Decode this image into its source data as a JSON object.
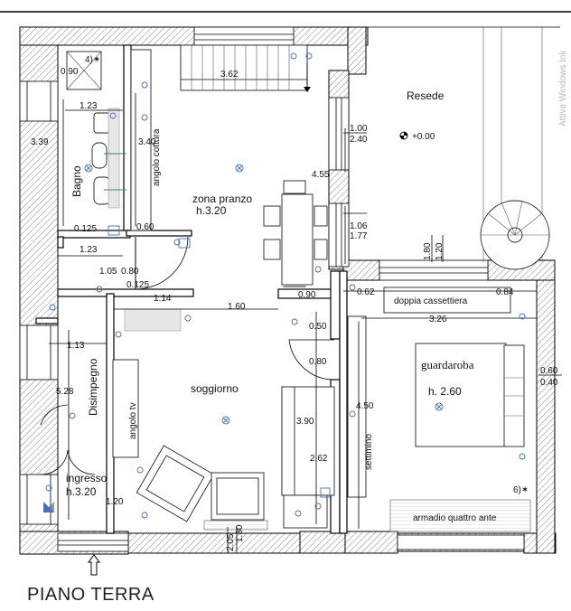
{
  "labels": {
    "resede": "Resede",
    "resede_level": "+0.00",
    "zona_pranzo": "zona pranzo",
    "zona_pranzo_h": "h.3.20",
    "angolo_cottura": "angolo cottura",
    "bagno": "Bagno",
    "disimpegno": "Disimpegno",
    "soggiorno": "soggiorno",
    "angolo_tv": "angolo tv",
    "ingresso": "ingresso",
    "ingresso_h": "h.3.20",
    "guardaroba": "guardaroba",
    "guardaroba_h": "h. 2.60",
    "doppia_cassettiera": "doppia cassettiera",
    "settimino": "settimino",
    "armadio_quattro_ante": "armadio quattro ante",
    "piano_terra": "PIANO TERRA",
    "marker_4": "4)✶",
    "marker_6": "6)✶",
    "watermark": "Attiva Windows Ink"
  },
  "dims": {
    "d_090": "0.90",
    "d_123a": "1.23",
    "d_339": "3.39",
    "d_362": "3.62",
    "d_340": "3.40",
    "d_100": "1.00",
    "d_240": "2.40",
    "d_455": "4.55",
    "d_060a": "0.60",
    "d_0125a": "0.125",
    "d_106": "1.06",
    "d_177": "1.77",
    "d_123b": "1.23",
    "d_105": "1.05",
    "d_080a": "0.80",
    "d_0125b": "0.125",
    "d_114": "1.14",
    "d_160": "1.60",
    "d_090b": "0.90",
    "d_180": "1.80",
    "d_120a": "1.20",
    "d_062": "0.62",
    "d_084": "0.84",
    "d_326": "3.26",
    "d_050": "0.50",
    "d_080b": "0.80",
    "d_113": "1.13",
    "d_528": "5.28",
    "d_390": "3.90",
    "d_262": "2.62",
    "d_450": "4.50",
    "d_060b": "0.60",
    "d_040": "0.40",
    "d_120b": "1.20",
    "d_205": "2.05",
    "d_130": "1.30"
  },
  "colors": {
    "wall": "#000000",
    "electrical": "#4a6fb0",
    "plumbing": "#2f8a6a"
  },
  "icons": [
    "light-point-icon",
    "socket-icon",
    "switch-icon",
    "arrow-up-icon",
    "spiral-stair-icon",
    "level-marker-icon"
  ]
}
